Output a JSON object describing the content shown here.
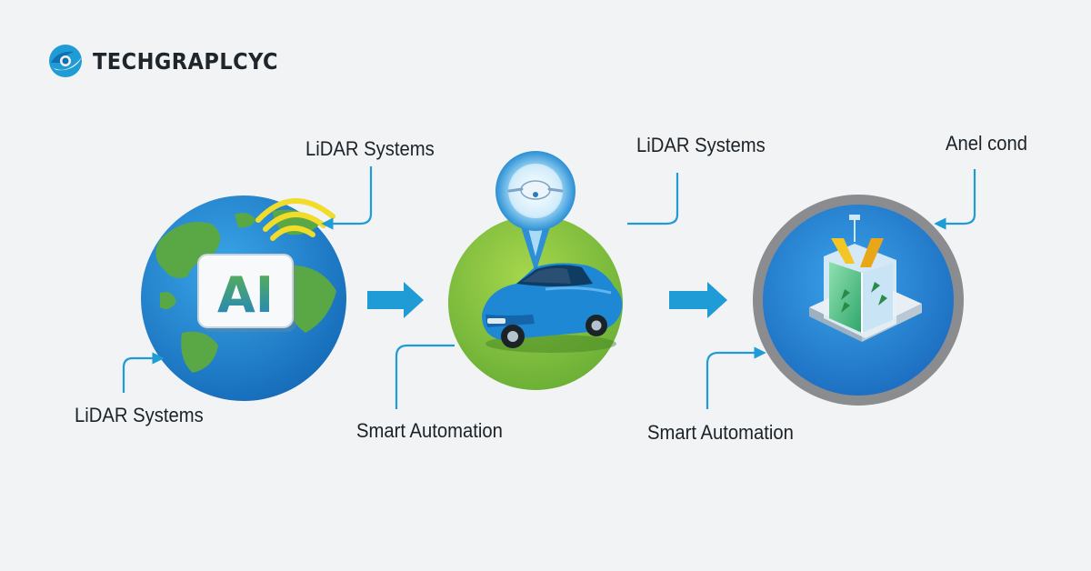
{
  "brand": {
    "name": "TECHGRAPLCYC",
    "logo_icon": "globe-swoosh-icon"
  },
  "labels": {
    "lidar_top_left": "LiDAR Systems",
    "lidar_bottom_left": "LiDAR Systems",
    "lidar_top_middle": "LiDAR Systems",
    "smart_automation_middle": "Smart Automation",
    "smart_automation_right": "Smart Automation",
    "anel_cond": "Anel cond"
  },
  "nodes": [
    {
      "icon": "globe-ai-icon",
      "text": "AI"
    },
    {
      "icon": "car-location-pin-icon"
    },
    {
      "icon": "smart-building-icon"
    }
  ],
  "colors": {
    "accent_blue": "#1f9bd6",
    "globe_ocean": "#1c84cf",
    "globe_land": "#5aa845",
    "car_bg": "#7cc23f",
    "car_body": "#1e88d4",
    "building_ring": "#8a8c8f",
    "building_bg": "#1f7fd0",
    "signal_yellow": "#f1dc2a"
  }
}
